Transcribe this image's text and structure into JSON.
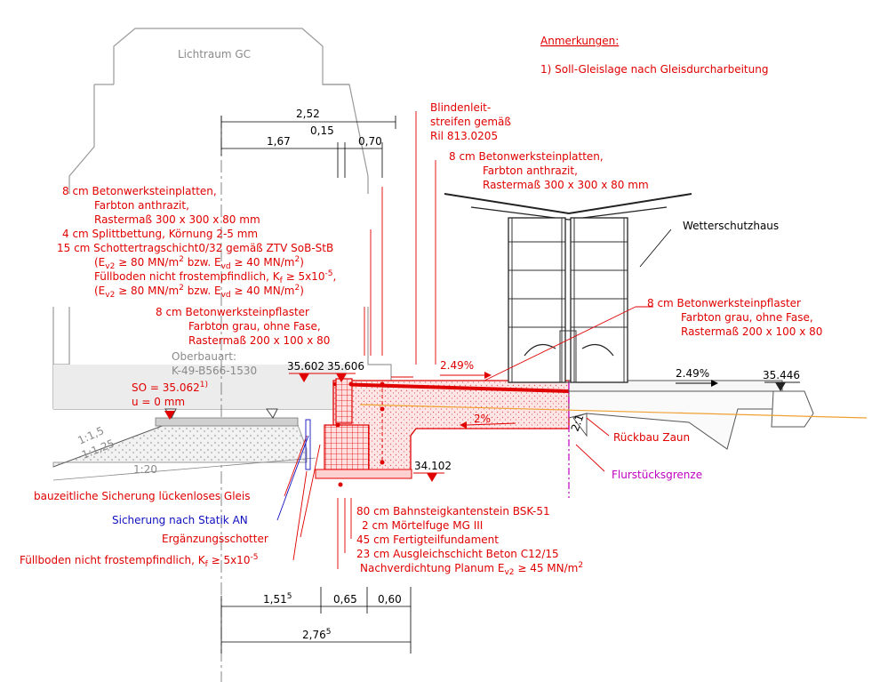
{
  "notes": {
    "heading": "Anmerkungen:",
    "item_1": "1)    Soll-Gleislage nach Gleisdurcharbeitung"
  },
  "clearance": {
    "label": "Lichtraum GC"
  },
  "top_dimensions": {
    "total": "2,52",
    "left": "1,67",
    "middle": "0,15",
    "right": "0,70"
  },
  "bottom_dimensions": {
    "left": "1,51",
    "left_sup": "5",
    "middle": "0,65",
    "right": "0,60",
    "total": "2,76",
    "total_sup": "5"
  },
  "blindenleit": {
    "line1": "Blindenleit-",
    "line2": "streifen gemäß",
    "line3": "Ril 813.0205"
  },
  "plates_right": {
    "line1": "8 cm  Betonwerksteinplatten,",
    "line2": "Farbton anthrazit,",
    "line3": "Rastermaß 300 x 300 x 80 mm"
  },
  "layers_left": {
    "l1": "8 cm  Betonwerksteinplatten,",
    "l2": "Farbton anthrazit,",
    "l3": "Rastermaß 300 x 300 x 80 mm",
    "l4": "4 cm  Splittbettung, Körnung 2-5 mm",
    "l5": "15 cm  Schottertragschicht0/32 gemäß ZTV SoB-StB",
    "l6a": "(E",
    "l6b": "v2",
    "l6c": " ≥ 80 MN/m",
    "l6d": "2",
    "l6e": " bzw. E",
    "l6f": "vd",
    "l6g": " ≥ 40 MN/m",
    "l6h": "2",
    "l6i": ")",
    "l7a": "Füllboden nicht frostempfindlich, K",
    "l7b": "f",
    "l7c": " ≥ 5x10",
    "l7d": "-5",
    "l7e": ","
  },
  "pflaster_left": {
    "line1": "8 cm  Betonwerksteinpflaster",
    "line2": "Farbton grau, ohne Fase,",
    "line3": "Rastermaß 200 x 100 x 80"
  },
  "pflaster_right": {
    "line1": "8 cm  Betonwerksteinpflaster",
    "line2": "Farbton grau, ohne Fase,",
    "line3": "Rastermaß 200 x 100 x 80"
  },
  "oberbau": {
    "line1": "Oberbauart:",
    "line2": "K-49-B566-1530"
  },
  "elevations": {
    "e1": "35.602",
    "e2": "35.606",
    "e3": "35.446",
    "e4": "34.102"
  },
  "track": {
    "so_a": "SO = 35.062",
    "so_sup": "1)",
    "u": "u = 0 mm"
  },
  "slopes": {
    "s1": "2.49%",
    "s2": "2.49%",
    "s3": "2%",
    "s4": "2:1",
    "g1": "1:1,5",
    "g2": "1:1,25",
    "g3": "1:20"
  },
  "shelter": {
    "label": "Wetterschutzhaus"
  },
  "right_labels": {
    "zaun": "Rückbau Zaun",
    "flur": "Flurstücksgrenze"
  },
  "left_labels": {
    "gleis": "bauzeitliche Sicherung lückenloses Gleis",
    "statik": "Sicherung nach Statik AN",
    "schotter": "Ergänzungsschotter",
    "fuell_a": "Füllboden nicht frostempfindlich, K",
    "fuell_b": "f",
    "fuell_c": " ≥ 5x10",
    "fuell_d": "-5"
  },
  "base_layers": {
    "b1": "80 cm  Bahnsteigkantenstein BSK-51",
    "b2": "2 cm  Mörtelfuge MG III",
    "b3": "45 cm  Fertigteilfundament",
    "b4": "23 cm  Ausgleichschicht Beton C12/15",
    "b5a": "Nachverdichtung Planum E",
    "b5b": "v2",
    "b5c": " ≥ 45 MN/m",
    "b5d": "2"
  },
  "colors": {
    "red": "#e00000",
    "black": "#000000",
    "grey": "#8a8a8a",
    "blue": "#1010c0",
    "magenta": "#c000c0",
    "orange": "#f0a030"
  }
}
